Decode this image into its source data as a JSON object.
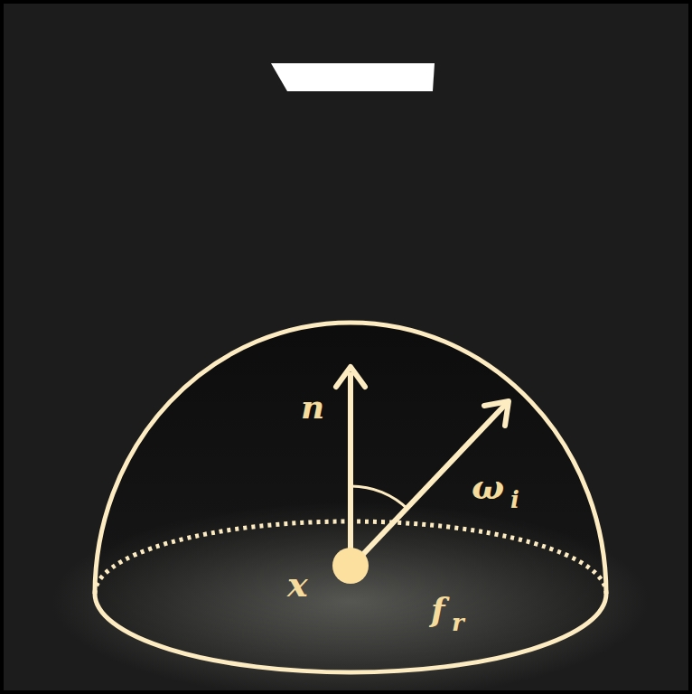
{
  "diagram": {
    "labels": [
      "n",
      "ω",
      "i",
      "x",
      "f",
      "r"
    ]
  }
}
